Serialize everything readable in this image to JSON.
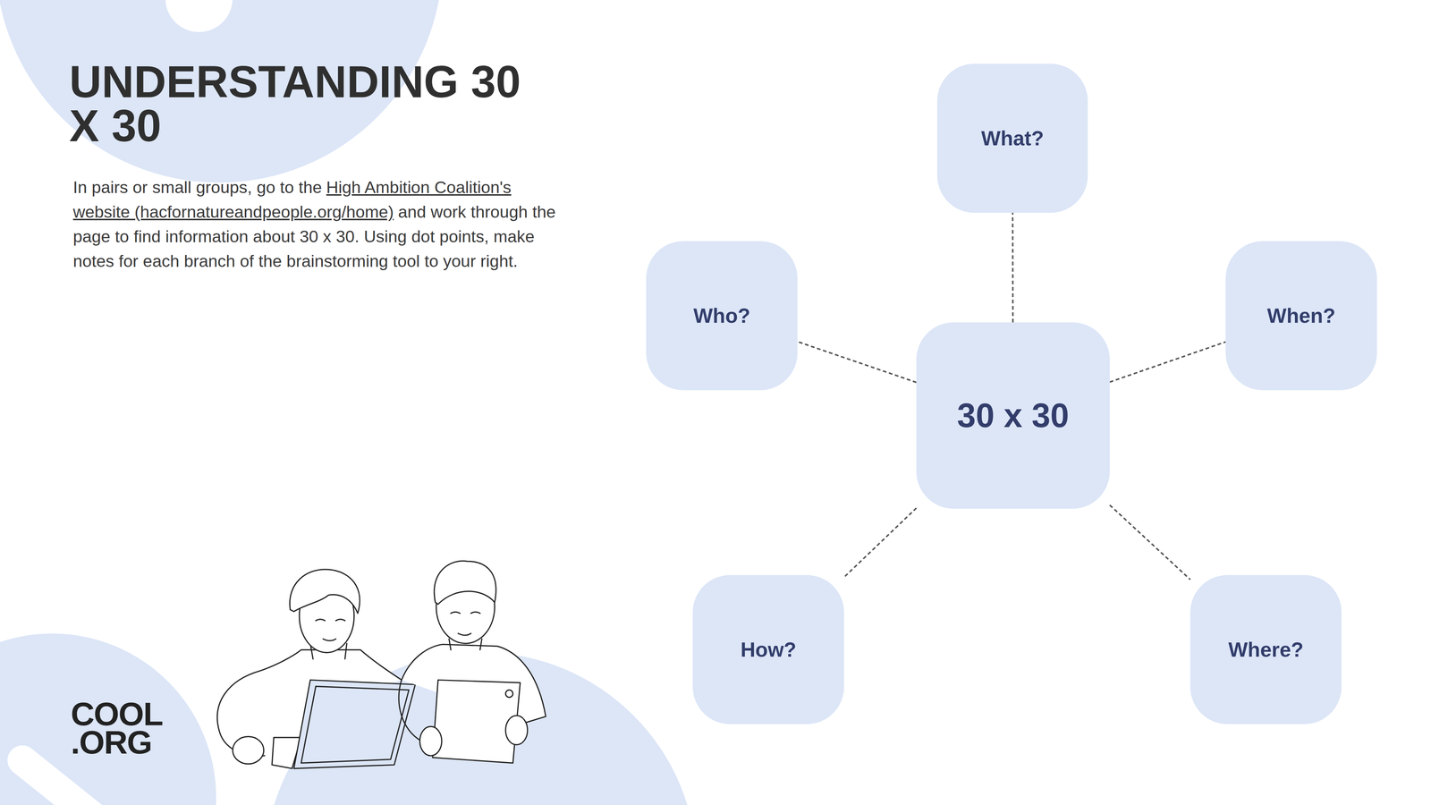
{
  "diagram": {
    "title": "UNDERSTANDING 30 X 30",
    "nodes": [
      {
        "text": [
          "30 x 30"
        ]
      },
      {
        "text": [
          "What?"
        ]
      },
      {
        "text": [
          "Who?"
        ]
      },
      {
        "text": [
          "When?"
        ]
      },
      {
        "text": [
          "How?"
        ]
      },
      {
        "text": [
          "Where?"
        ]
      }
    ],
    "edges": [
      {
        "from": 0,
        "to": 1,
        "arrow": "none"
      },
      {
        "from": 0,
        "to": 2,
        "arrow": "none"
      },
      {
        "from": 0,
        "to": 3,
        "arrow": "none"
      },
      {
        "from": 0,
        "to": 4,
        "arrow": "none"
      },
      {
        "from": 0,
        "to": 5,
        "arrow": "none"
      }
    ],
    "labels": [
      "In pairs or small groups, go to the",
      "High Ambition Coalition's website (hacfornatureandpeople.org/home)",
      "and work through the page to find information about 30 x 30. Using dot points, make notes for each branch of the brainstorming tool to your right.",
      "COOL",
      ".ORG"
    ]
  }
}
